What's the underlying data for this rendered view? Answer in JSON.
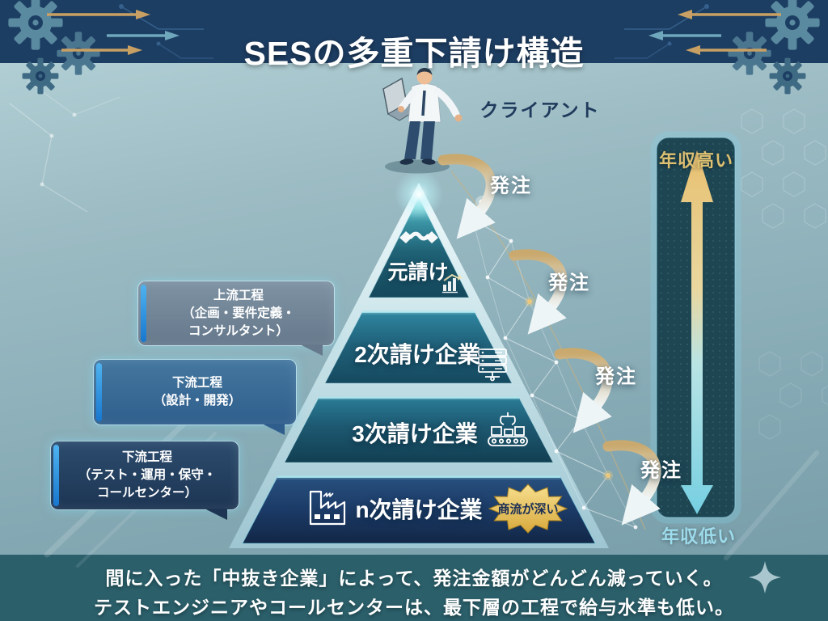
{
  "header": {
    "title": "SESの多重下請け構造"
  },
  "client_label": "クライアント",
  "tiers": [
    {
      "label": "元請け",
      "icon": "handshake-icon"
    },
    {
      "label": "2次請け企業",
      "icon": "server-rack-icon"
    },
    {
      "label": "3次請け企業",
      "icon": "conveyor-belt-icon"
    },
    {
      "label": "n次請け企業",
      "icon": "factory-icon",
      "badge": "商流が深い"
    }
  ],
  "order_labels": [
    "発注",
    "発注",
    "発注",
    "発注"
  ],
  "process_bubbles": [
    {
      "text": "上流工程\n（企画・要件定義・\nコンサルタント）"
    },
    {
      "text": "下流工程\n（設計・開発）"
    },
    {
      "text": "下流工程\n（テスト・運用・保守・\nコールセンター）"
    }
  ],
  "salary_scale": {
    "high_label": "年収高い",
    "low_label": "年収低い"
  },
  "footer": {
    "line1": "間に入った「中抜き企業」によって、発注金額がどんどん減っていく。",
    "line2": "テストエンジニアやコールセンターは、最下層の工程で給与水準も低い。"
  },
  "colors": {
    "header_bg": "#1d3e63",
    "footer_bg": "#2b5f6a",
    "gold": "#d9b86a",
    "cyan": "#7fd4e6",
    "badge_gold": "#f0c94f"
  }
}
